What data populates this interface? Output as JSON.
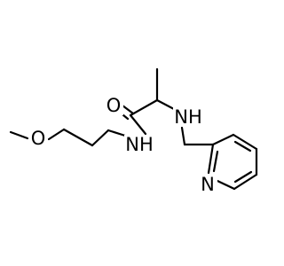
{
  "atoms": {
    "oxygen_ether": "O",
    "oxygen_carbonyl": "O",
    "amide_nh": "NH",
    "amine_nh": "NH",
    "pyridine_n": "N"
  },
  "colors": {
    "bond": "#000000",
    "background": "#ffffff"
  }
}
